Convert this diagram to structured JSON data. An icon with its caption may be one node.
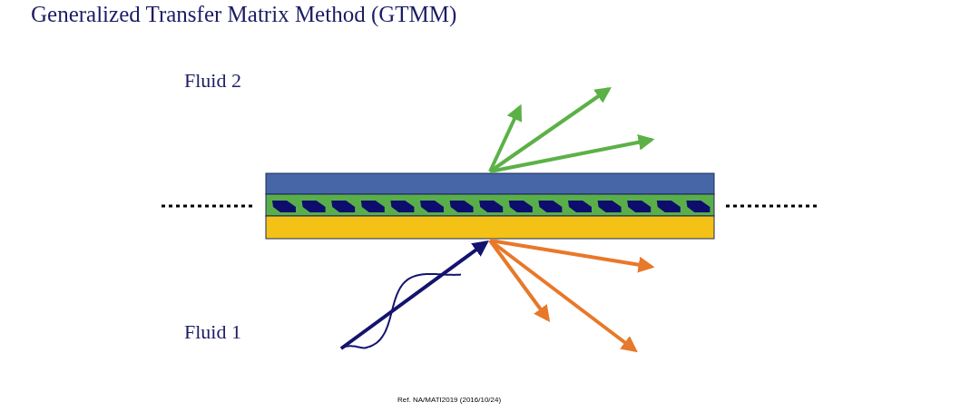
{
  "diagram": {
    "title": "Generalized Transfer Matrix Method (GTMM)",
    "labels": [
      "Fluid 2",
      "Fluid 1",
      "Ref. NA/MATI2019  (2016/10/24)"
    ]
  }
}
